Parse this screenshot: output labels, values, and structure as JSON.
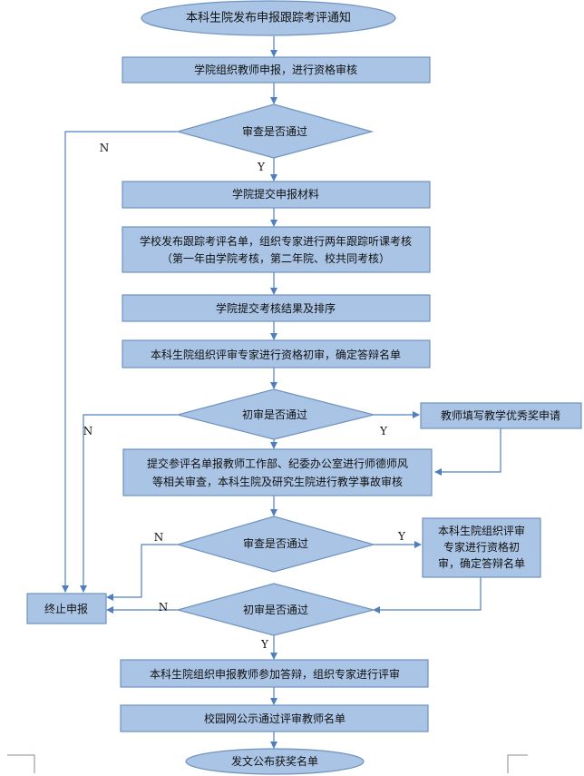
{
  "nodes": {
    "start": "本科生院发布申报跟踪考评通知",
    "step1": "学院组织教师申报，进行资格审核",
    "dec1": "审查是否通过",
    "step2": "学院提交申报材料",
    "step3": [
      "学校发布跟踪考评名单，组织专家进行两年跟踪听课考核",
      "（第一年由学院考核，第二年院、校共同考核）"
    ],
    "step4": "学院提交考核结果及排序",
    "step5": "本科生院组织评审专家进行资格初审，确定答辩名单",
    "dec2": "初审是否通过",
    "side1": "教师填写教学优秀奖申请",
    "step6": [
      "提交参评名单报教师工作部、纪委办公室进行师德师风",
      "等相关审查，本科生院及研究生院进行教学事故审核"
    ],
    "dec3": "审查是否通过",
    "side2": [
      "本科生院组织评审",
      "专家进行资格初",
      "审，确定答辩名单"
    ],
    "stop": "终止申报",
    "dec4": "初审是否通过",
    "step7": "本科生院组织申报教师参加答辩，组织专家进行评审",
    "step8": "校园网公示通过评审教师名单",
    "end": "发文公布获奖名单"
  },
  "labels": {
    "yes": "Y",
    "no": "N"
  },
  "colors": {
    "fill": "#a9c4e4",
    "stroke": "#6f93bf",
    "line": "#4f7fbf"
  }
}
